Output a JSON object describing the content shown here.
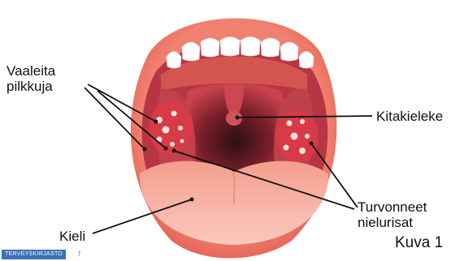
{
  "labels": {
    "pale_spots_line1": "Vaaleita",
    "pale_spots_line2": "pilkkuja",
    "uvula": "Kitakieleke",
    "tonsils_line1": "Turvonneet",
    "tonsils_line2": "nielurisat",
    "tongue": "Kieli",
    "figure": "Kuva 1"
  },
  "footer": {
    "brand": "TERVEYSKIRJASTO",
    "brand_icon": "facebook-f-icon"
  },
  "colors": {
    "lips": "#ee6f5c",
    "inner_mouth": "#c9424e",
    "throat": "#2a0f14",
    "tongue": "#f7b5a7",
    "tonsils": "#d83a46",
    "teeth": "#ffffff",
    "brand_bg": "#3f6fb5"
  }
}
